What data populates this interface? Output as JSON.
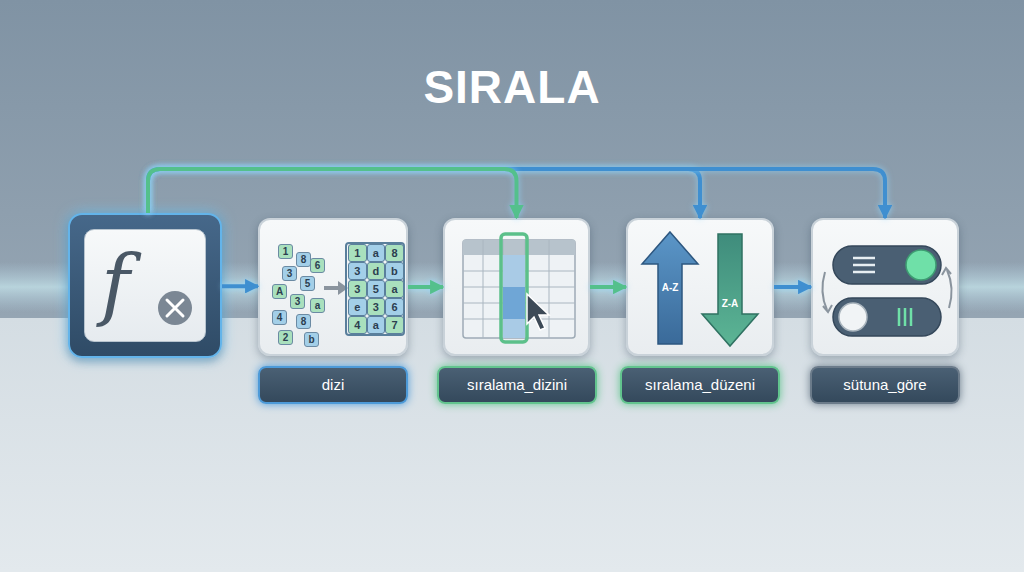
{
  "diagram": {
    "title": "SIRALA",
    "nodes": [
      {
        "text": [
          "f"
        ]
      },
      {
        "text": [
          "dizi"
        ]
      },
      {
        "text": [
          "sıralama_dizini"
        ]
      },
      {
        "text": [
          "sıralama_düzeni"
        ]
      },
      {
        "text": [
          "sütuna_göre"
        ]
      }
    ],
    "edges": [
      {
        "from": 0,
        "to": 1,
        "arrow": "to"
      },
      {
        "from": 1,
        "to": 2,
        "arrow": "to"
      },
      {
        "from": 2,
        "to": 3,
        "arrow": "to"
      },
      {
        "from": 3,
        "to": 4,
        "arrow": "to"
      },
      {
        "from": 0,
        "to": 2,
        "arrow": "to"
      },
      {
        "from": 0,
        "to": 3,
        "arrow": "to"
      },
      {
        "from": 0,
        "to": 4,
        "arrow": "to"
      }
    ],
    "labels": [
      "1",
      "8",
      "3",
      "6",
      "A",
      "5",
      "3",
      "4",
      "8",
      "2",
      "b",
      "a",
      "1",
      "a",
      "8",
      "3",
      "d",
      "b",
      "3",
      "5",
      "a",
      "e",
      "3",
      "6",
      "4",
      "a",
      "7",
      "A-Z",
      "Z-A"
    ]
  }
}
